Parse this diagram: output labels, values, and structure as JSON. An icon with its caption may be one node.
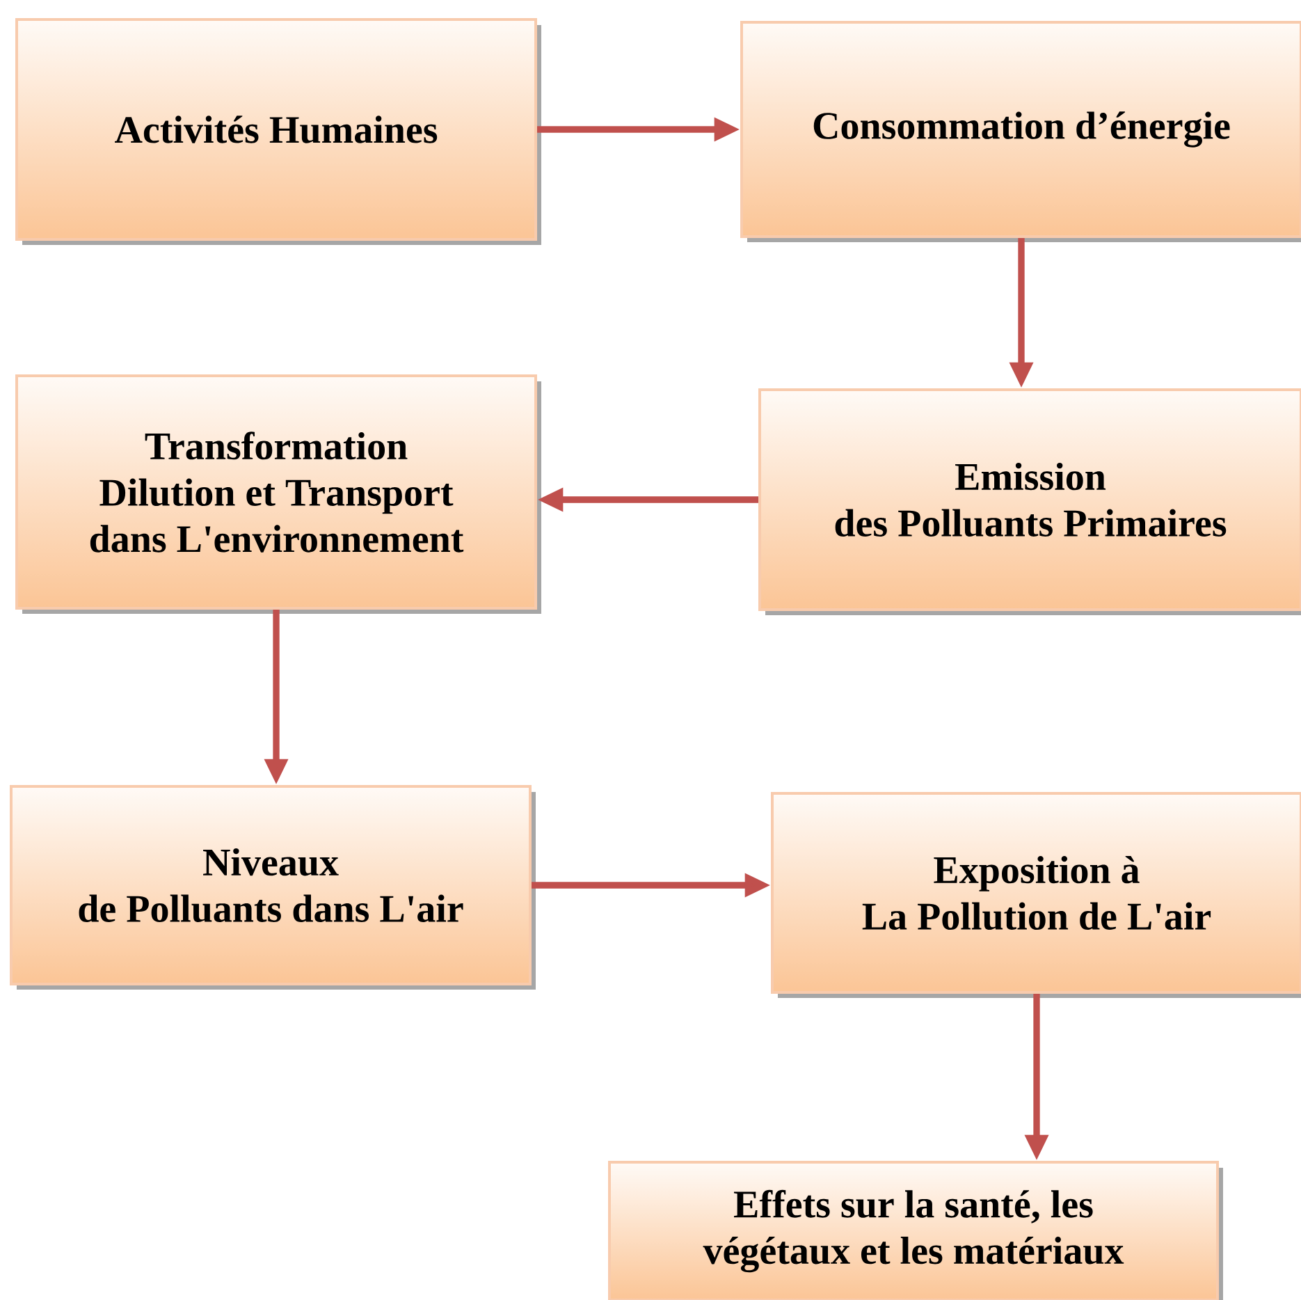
{
  "diagram": {
    "nodes": [
      {
        "text": [
          "Activités Humaines"
        ]
      },
      {
        "text": [
          "Consommation d’énergie"
        ]
      },
      {
        "text": [
          "Transformation Dilution et Transport dans L'environnement"
        ]
      },
      {
        "text": [
          "Emission des Polluants Primaires"
        ]
      },
      {
        "text": [
          "Niveaux de Polluants dans L'air"
        ]
      },
      {
        "text": [
          "Exposition à La Pollution de L'air"
        ]
      },
      {
        "text": [
          "Effets sur la santé, les végétaux et les matériaux"
        ]
      }
    ],
    "edges": [
      {
        "from": 0,
        "to": 1,
        "arrow": "to"
      },
      {
        "from": 1,
        "to": 3,
        "arrow": "to"
      },
      {
        "from": 3,
        "to": 2,
        "arrow": "to"
      },
      {
        "from": 2,
        "to": 4,
        "arrow": "to"
      },
      {
        "from": 4,
        "to": 5,
        "arrow": "to"
      },
      {
        "from": 5,
        "to": 6,
        "arrow": "to"
      }
    ]
  }
}
